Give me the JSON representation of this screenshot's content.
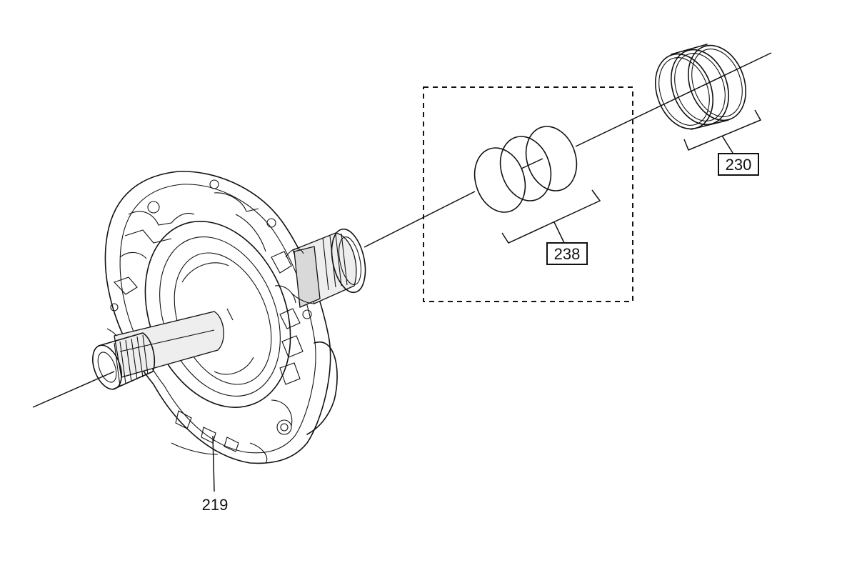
{
  "callouts": {
    "pump_assembly": "219",
    "seal_rings_group": "238",
    "seal_rings_single": "230"
  }
}
